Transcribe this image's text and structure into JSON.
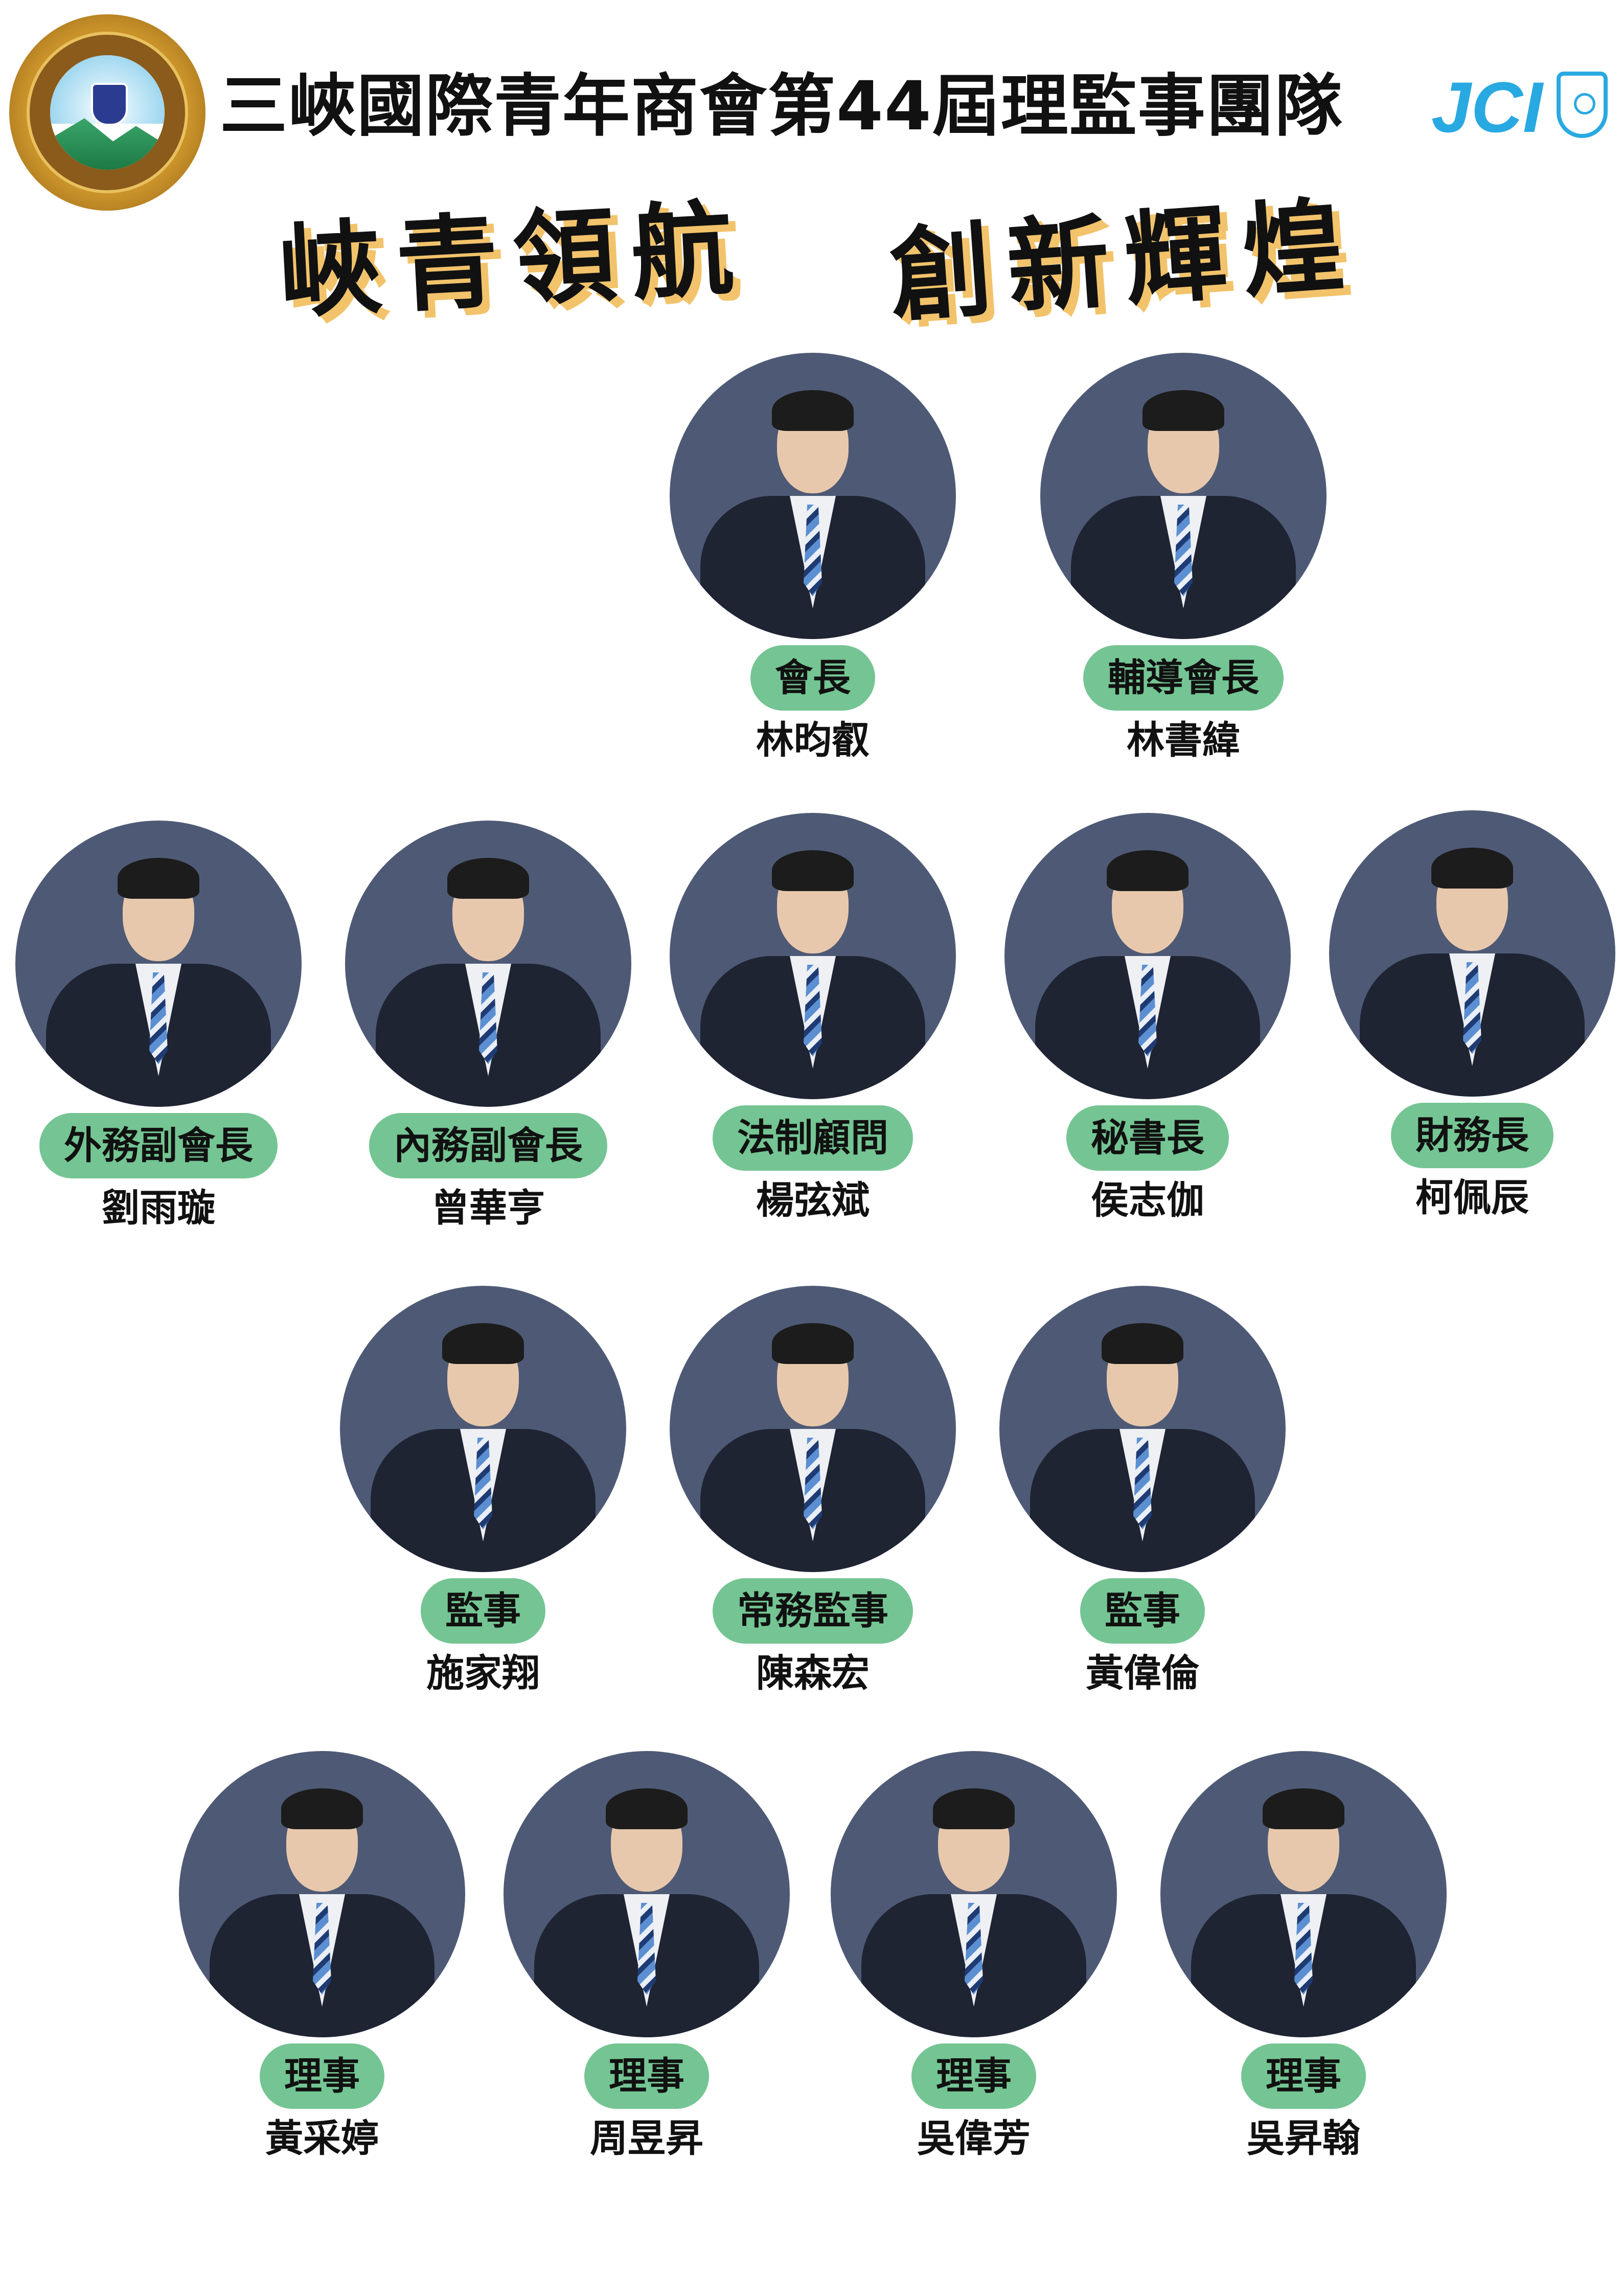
{
  "header": {
    "title": "三峽國際青年商會第44屆理監事團隊",
    "jci_logo_text": "JCI",
    "slogan_left": "峽青領航",
    "slogan_right": "創新輝煌"
  },
  "colors": {
    "role_badge": "#74c593",
    "photo_background": "#4e5a75",
    "jci_blue": "#29a9e1",
    "slogan_shadow": "#f2c36b"
  },
  "members": [
    {
      "role": "會長",
      "name": "林昀叡"
    },
    {
      "role": "輔導會長",
      "name": "林書緯"
    },
    {
      "role": "外務副會長",
      "name": "劉雨璇"
    },
    {
      "role": "內務副會長",
      "name": "曾華亨"
    },
    {
      "role": "法制顧問",
      "name": "楊弦斌"
    },
    {
      "role": "秘書長",
      "name": "侯志伽"
    },
    {
      "role": "財務長",
      "name": "柯佩辰"
    },
    {
      "role": "監事",
      "name": "施家翔"
    },
    {
      "role": "常務監事",
      "name": "陳森宏"
    },
    {
      "role": "監事",
      "name": "黃偉倫"
    },
    {
      "role": "理事",
      "name": "黃采婷"
    },
    {
      "role": "理事",
      "name": "周昱昇"
    },
    {
      "role": "理事",
      "name": "吳偉芳"
    },
    {
      "role": "理事",
      "name": "吳昇翰"
    }
  ]
}
